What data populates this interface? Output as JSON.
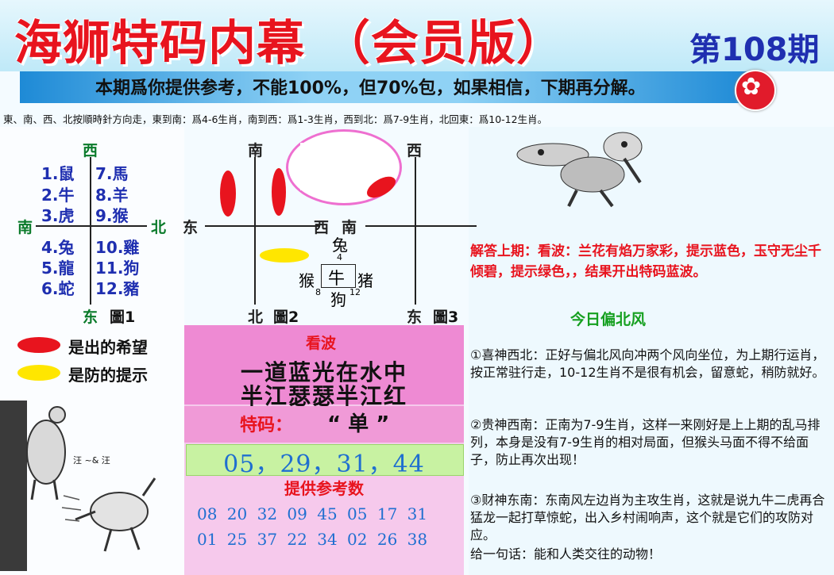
{
  "header": {
    "title": "海狮特码内幕 （会员版）",
    "issue": "第108期",
    "banner": "本期爲你提供参考，不能100%，但70%包，如果相信，下期再分解。",
    "rule": "東、南、西、北按順時針方向走，東到南：爲4-6生肖，南到西：爲1-3生肖，西到北：爲7-9生肖，北回東：爲10-12生肖。"
  },
  "diagram1": {
    "west": "西",
    "south": "南",
    "north": "北",
    "east": "东",
    "caption": "圖1",
    "items": [
      "1.鼠",
      "7.馬",
      "2.牛",
      "8.羊",
      "3.虎",
      "9.猴",
      "4.兔",
      "10.雞",
      "5.龍",
      "11.狗",
      "6.蛇",
      "12.豬"
    ]
  },
  "diagram2": {
    "south": "南",
    "east": "东",
    "west": "西",
    "north": "北",
    "caption": "圖2"
  },
  "diagram3": {
    "west": "西",
    "south": "南",
    "east": "东",
    "caption": "圖3",
    "center": "牛",
    "top": "兔",
    "top_num": "4",
    "left": "猴",
    "left_num": "8",
    "right": "猪",
    "right_num": "12",
    "bottom": "狗"
  },
  "legend": {
    "red": "是出的希望",
    "yellow": "是防的提示"
  },
  "cartoon": {
    "left_text": "汪 ~& 汪"
  },
  "panel": {
    "kanbo": "看波",
    "verse1": "一道蓝光在水中",
    "verse2": "半江瑟瑟半江红",
    "tema_label": "特码：",
    "tema_value": "“ 单 ”",
    "nums": "05，29，31，44",
    "ref_title": "提供参考数",
    "ref_row1": "08 20 32 09 45 05 17 31",
    "ref_row2": "01 25 37 22 34 02 26 38"
  },
  "right": {
    "answer": "解答上期：看波：兰花有焰万家彩，提示蓝色，玉守无尘千倾碧，提示绿色，，结果开出特码蓝波。",
    "wind": "今日偏北风",
    "p1": "①喜神西北：正好与偏北风向冲两个风向坐位，为上期行运肖，按正常驻行走，10-12生肖不是很有机会，留意蛇，稍防就好。",
    "p2": "②贵神西南：正南为7-9生肖，这样一来刚好是上上期的乱马排列，本身是没有7-9生肖的相对局面，但猴头马面不得不给面子，防止再次出现！",
    "p3": "③财神东南：东南风左边肖为主攻生肖，这就是说九牛二虎再合猛龙一起打草惊蛇，出入乡村闹响声，这个就是它们的攻防对应。",
    "p4": "给一句话：能和人类交往的动物！"
  },
  "colors": {
    "title_red": "#e8141e",
    "blue": "#1f2fb0",
    "banner_blue": "#1e8ad6",
    "panel_pink": "#f6c9ec",
    "nums_green": "#c8f2a2"
  }
}
